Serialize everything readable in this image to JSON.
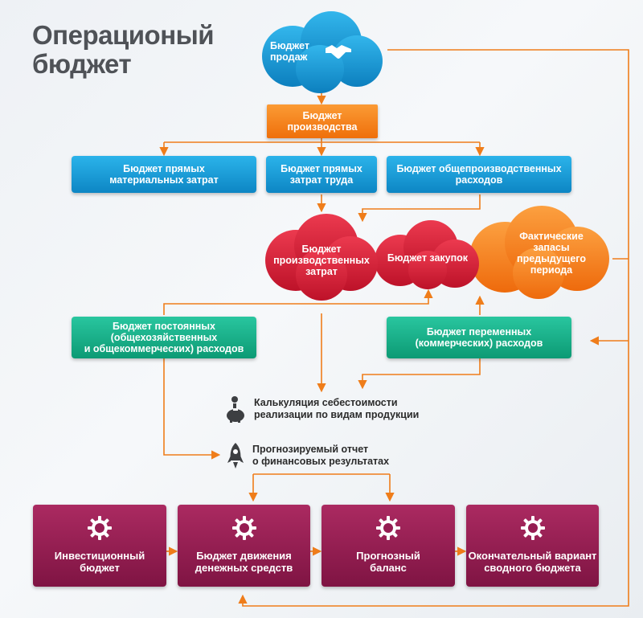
{
  "title_line1": "Операционый",
  "title_line2": "бюджет",
  "sales_budget": "Бюджет\nпродаж",
  "production_budget": "Бюджет\nпроизводства",
  "direct_materials": "Бюджет прямых\nматериальных затрат",
  "direct_labor": "Бюджет прямых\nзатрат труда",
  "overhead": "Бюджет общепроизводственных\nрасходов",
  "production_costs": "Бюджет\nпроизводственных\nзатрат",
  "purchases": "Бюджет закупок",
  "prior_inventory": "Фактические\nзапасы\nпредыдущего\nпериода",
  "fixed_expenses": "Бюджет постоянных\n(общехозяйственных\nи общекоммерческих) расходов",
  "variable_expenses": "Бюджет переменных\n(коммерческих) расходов",
  "cost_calculation": "Калькуляция себестоимости\nреализации по видам продукции",
  "forecast_report": "Прогнозируемый отчет\nо финансовых результатах",
  "investment_budget": "Инвестиционный\nбюджет",
  "cash_flow_budget": "Бюджет движения\nденежных средств",
  "forecast_balance": "Прогнозный\nбаланс",
  "final_budget": "Окончательный вариант\nсводного бюджета",
  "colors": {
    "connector": "#ef7d1a",
    "blue": "#1393d3",
    "orange": "#f5821f",
    "green": "#14a67f",
    "red": "#d21f38",
    "maroon": "#8e1b4e",
    "title": "#4f5257"
  },
  "icons": [
    "handshake-icon",
    "coin-piggy-icon",
    "rocket-icon",
    "gear-icon"
  ]
}
